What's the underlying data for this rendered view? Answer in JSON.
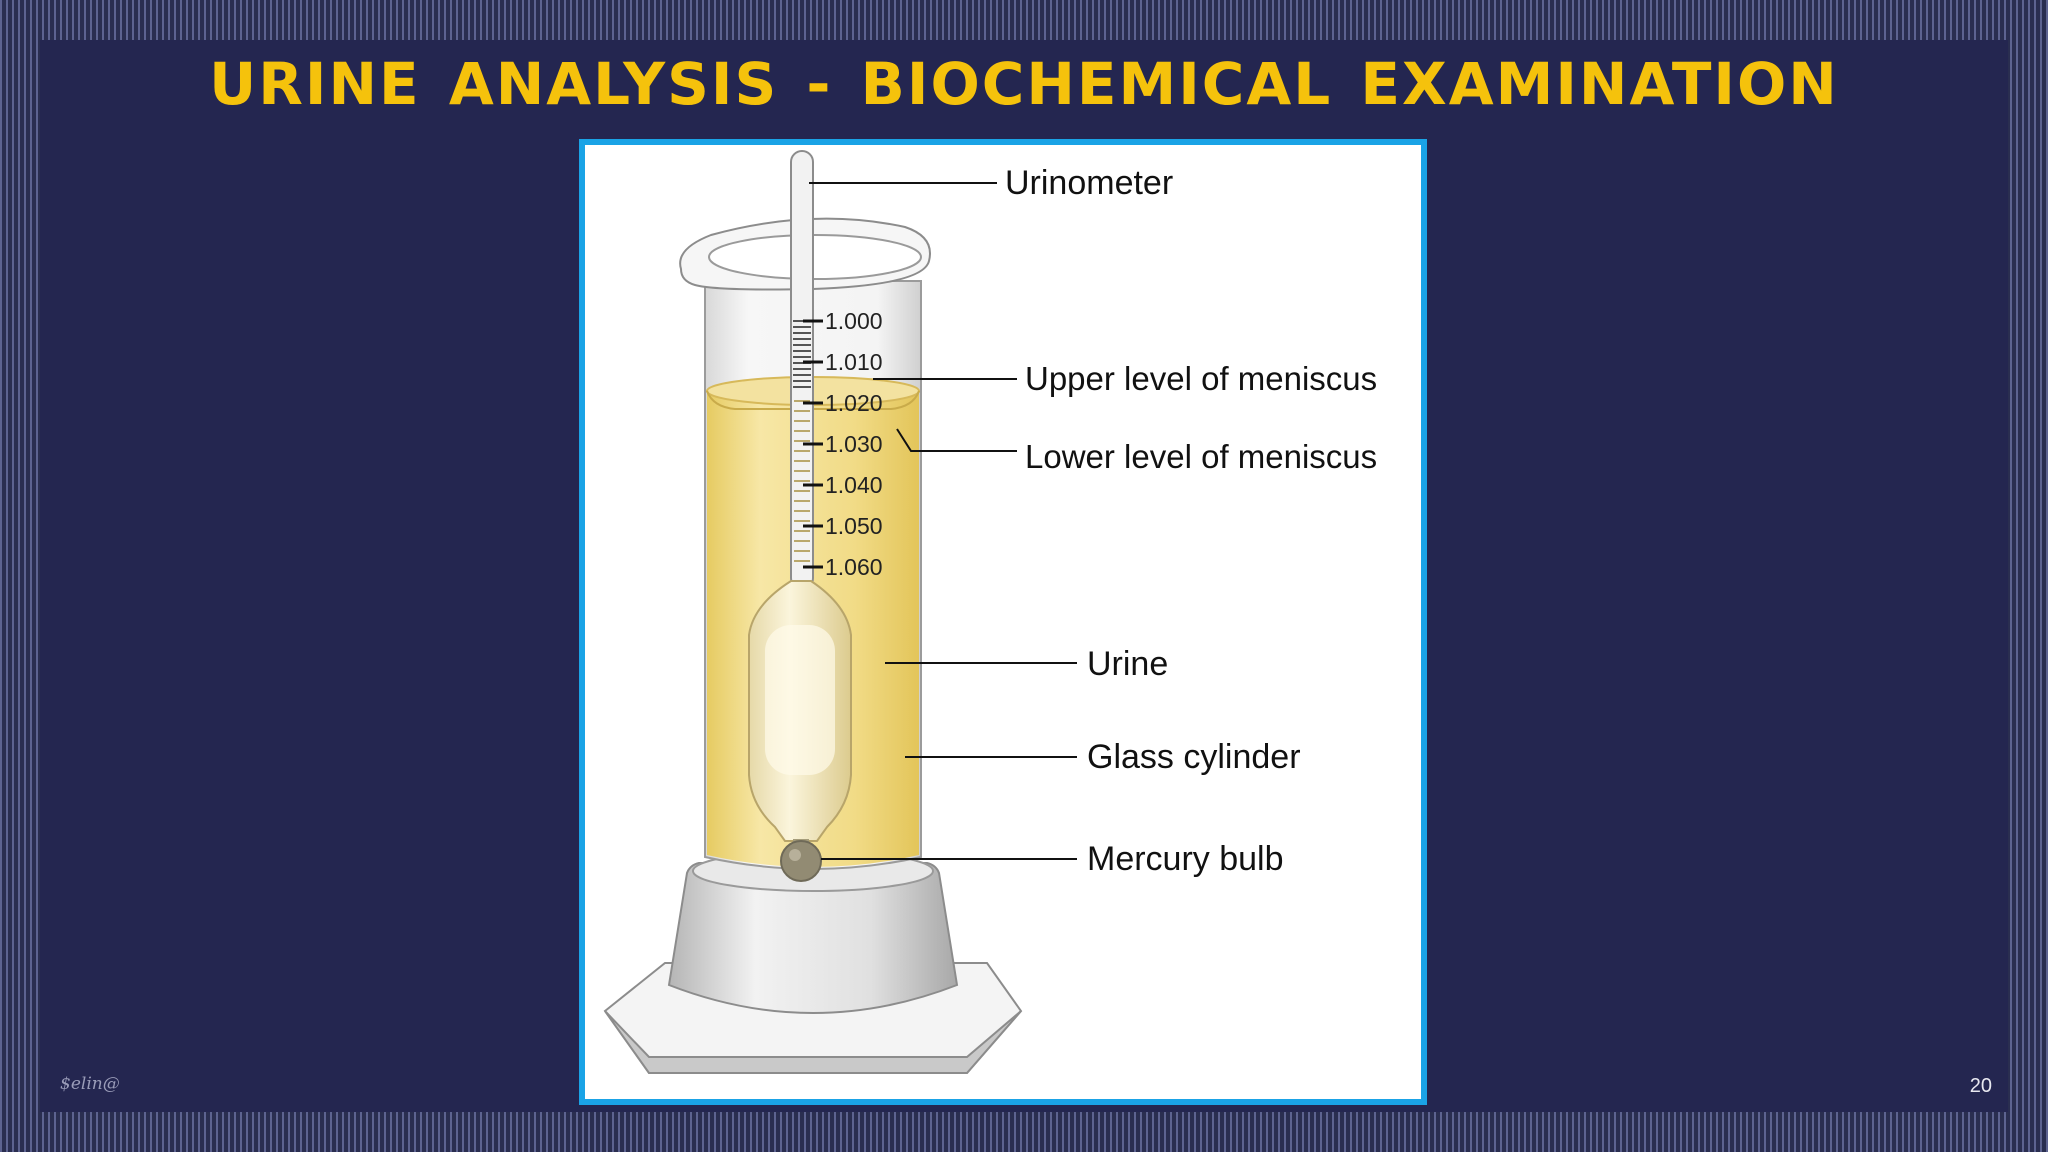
{
  "slide": {
    "title": "URINE ANALYSIS - BIOCHEMICAL EXAMINATION",
    "author_mark": "$elin@",
    "page_number": "20"
  },
  "figure": {
    "scale_ticks": [
      "1.000",
      "1.010",
      "1.020",
      "1.030",
      "1.040",
      "1.050",
      "1.060"
    ],
    "labels": {
      "urinometer": "Urinometer",
      "upper_meniscus": "Upper level of meniscus",
      "lower_meniscus": "Lower level of meniscus",
      "urine": "Urine",
      "glass_cylinder": "Glass cylinder",
      "mercury_bulb": "Mercury bulb"
    }
  },
  "colors": {
    "title": "#f5c20c",
    "background": "#242650",
    "frame_border": "#1aa3e6",
    "urine": "#f0d878"
  }
}
